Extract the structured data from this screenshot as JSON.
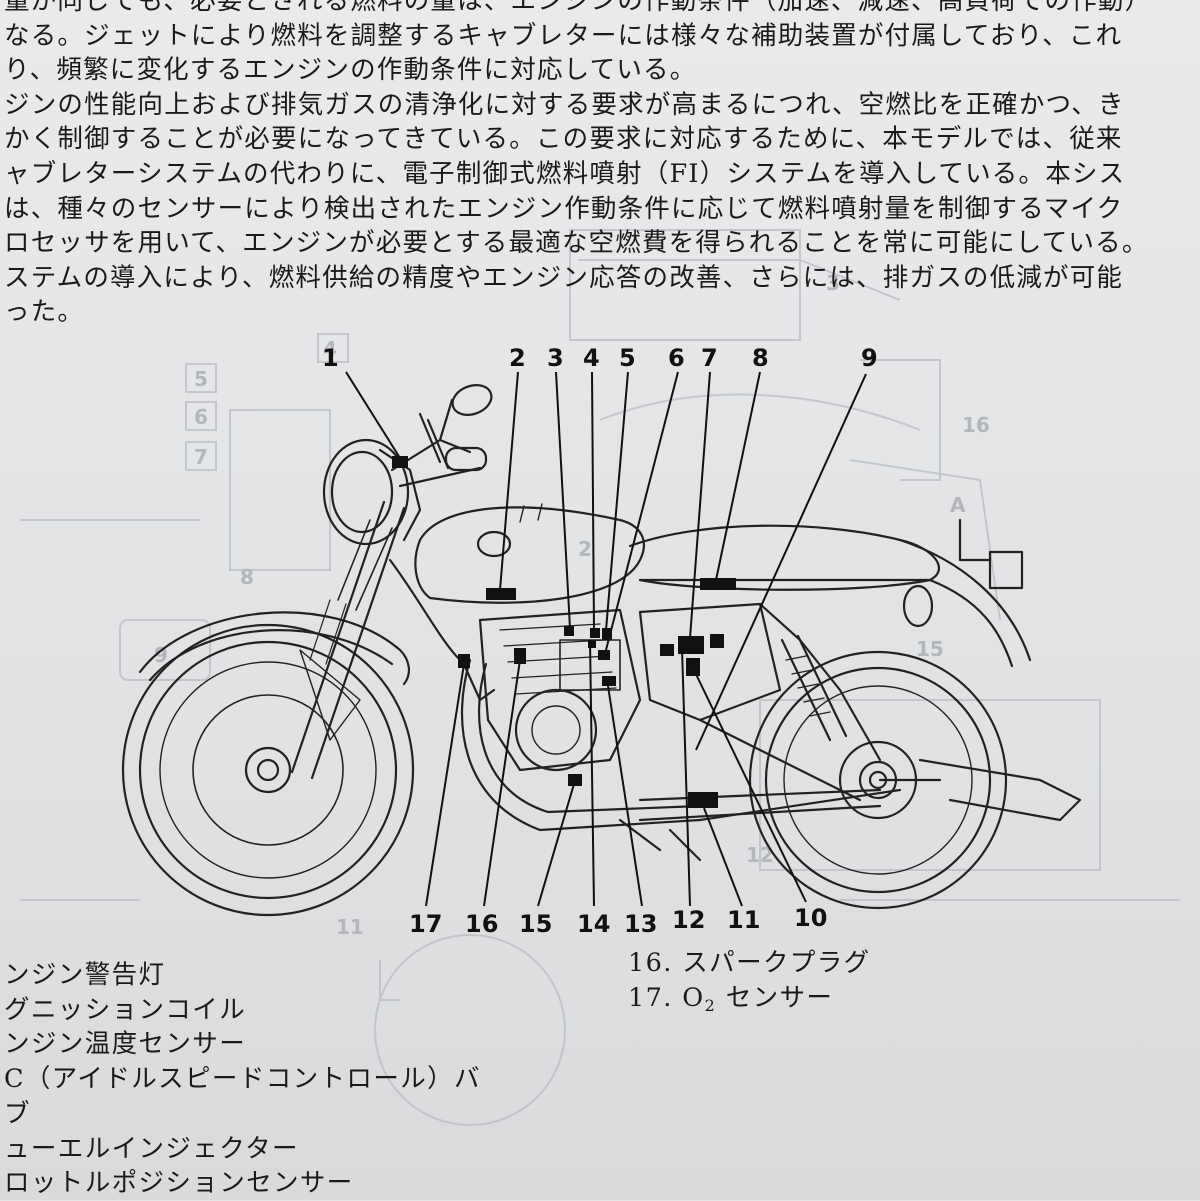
{
  "paragraph": {
    "lines": [
      "量が同じでも、必要とされる燃料の量は、エンジンの作動条件（加速、減速、高負荷での作動）",
      "なる。ジェットにより燃料を調整するキャブレターには様々な補助装置が付属しており、これ",
      "り、頻繁に変化するエンジンの作動条件に対応している。",
      "ジンの性能向上および排気ガスの清浄化に対する要求が高まるにつれ、空燃比を正確かつ、き",
      "かく制御することが必要になってきている。この要求に対応するために、本モデルでは、従来",
      "ャブレターシステムの代わりに、電子制御式燃料噴射（FI）システムを導入している。本シス",
      "は、種々のセンサーにより検出されたエンジン作動条件に応じて燃料噴射量を制御するマイク",
      "ロセッサを用いて、エンジンが必要とする最適な空燃費を得られることを常に可能にしている。",
      "ステムの導入により、燃料供給の精度やエンジン応答の改善、さらには、排ガスの低減が可能",
      "った。"
    ]
  },
  "diagram": {
    "callouts_top": [
      "1",
      "2",
      "3",
      "4",
      "5",
      "6",
      "7",
      "8",
      "9"
    ],
    "callouts_bottom": [
      "17",
      "16",
      "15",
      "14",
      "13",
      "12",
      "11",
      "10"
    ],
    "ghost_labels": [
      "4",
      "5",
      "6",
      "7",
      "3",
      "16",
      "A",
      "9",
      "15",
      "11",
      "12",
      "8",
      "2"
    ]
  },
  "legend": {
    "left_items": [
      "ンジン警告灯",
      "グニッションコイル",
      "ンジン温度センサー",
      "C（アイドルスピードコントロール）バ",
      "ブ",
      "ューエルインジェクター",
      "ロットルポジションセンサー"
    ],
    "right_items": [
      {
        "num": "16.",
        "text": "スパークプラグ"
      },
      {
        "num": "17.",
        "text_pre": "O",
        "sub": "2",
        "text_post": " センサー"
      }
    ]
  }
}
